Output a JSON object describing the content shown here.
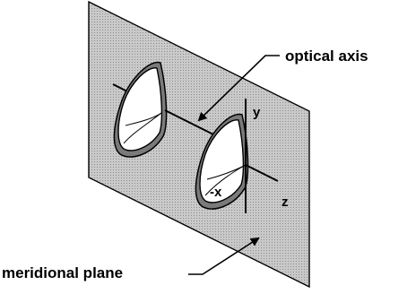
{
  "labels": {
    "optical_axis": "optical axis",
    "meridional_plane": "meridional plane",
    "axis_y": "y",
    "axis_neg_x": "-x",
    "axis_z": "z"
  },
  "colors": {
    "plane_fill": "#bdbdbd",
    "line": "#000000",
    "lens_fill": "#ffffff"
  }
}
